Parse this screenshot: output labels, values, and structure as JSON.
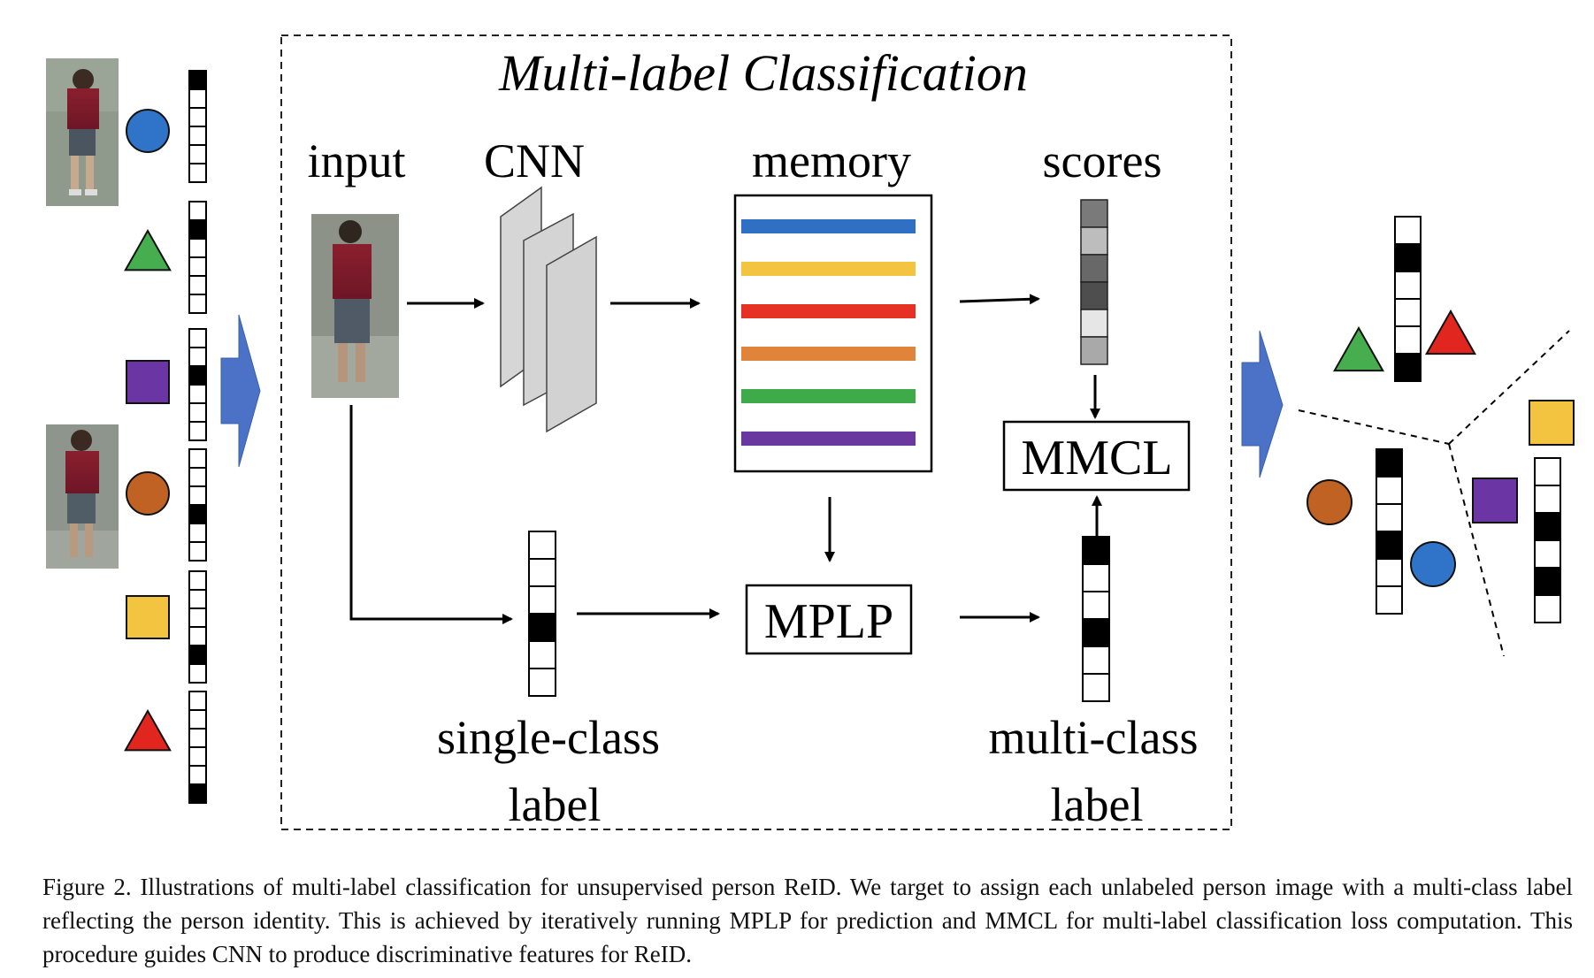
{
  "title": "Multi-label Classification",
  "labels": {
    "input": "input",
    "cnn": "CNN",
    "memory": "memory",
    "scores": "scores",
    "mmcl": "MMCL",
    "mplp": "MPLP",
    "single_class_1": "single-class",
    "single_class_2": "label",
    "multi_class_1": "multi-class",
    "multi_class_2": "label"
  },
  "colors": {
    "blue": "#2f74c8",
    "green": "#47ae4f",
    "purple": "#6c35a4",
    "orange": "#c06224",
    "yellow": "#f3c440",
    "red": "#e0261f",
    "arrow_blue": "#4b72c6",
    "memory_bars": [
      "#2f6fc4",
      "#f3c440",
      "#e63224",
      "#e0843c",
      "#3eab4b",
      "#6a39a0"
    ],
    "score_cells": [
      "#7a7a7a",
      "#bdbdbd",
      "#686868",
      "#4e4e4e",
      "#e6e6e6",
      "#a9a9a9"
    ]
  },
  "left_samples": [
    {
      "shape": "circle",
      "color": "blue",
      "onehot": [
        1,
        0,
        0,
        0,
        0,
        0
      ]
    },
    {
      "shape": "triangle",
      "color": "green",
      "onehot": [
        0,
        1,
        0,
        0,
        0,
        0
      ]
    },
    {
      "shape": "square",
      "color": "purple",
      "onehot": [
        0,
        0,
        1,
        0,
        0,
        0
      ]
    },
    {
      "shape": "circle",
      "color": "orange",
      "onehot": [
        0,
        0,
        0,
        1,
        0,
        0
      ]
    },
    {
      "shape": "square",
      "color": "yellow",
      "onehot": [
        0,
        0,
        0,
        0,
        1,
        0
      ]
    },
    {
      "shape": "triangle",
      "color": "red",
      "onehot": [
        0,
        0,
        0,
        0,
        0,
        1
      ]
    }
  ],
  "single_class_vector": [
    0,
    0,
    0,
    1,
    0,
    0
  ],
  "multi_class_vector": [
    1,
    0,
    0,
    1,
    0,
    0
  ],
  "right_clusters": [
    {
      "vector": [
        0,
        1,
        0,
        0,
        0,
        1
      ]
    },
    {
      "vector": [
        1,
        0,
        0,
        1,
        0,
        0
      ]
    },
    {
      "vector": [
        0,
        0,
        1,
        0,
        1,
        0
      ]
    }
  ],
  "caption": "Figure 2. Illustrations of multi-label classification for unsupervised person ReID. We target to assign each unlabeled person image with a multi-class label reflecting the person identity. This is achieved by iteratively running MPLP for prediction and MMCL for multi-label classification loss computation. This procedure guides CNN to produce discriminative features for ReID."
}
